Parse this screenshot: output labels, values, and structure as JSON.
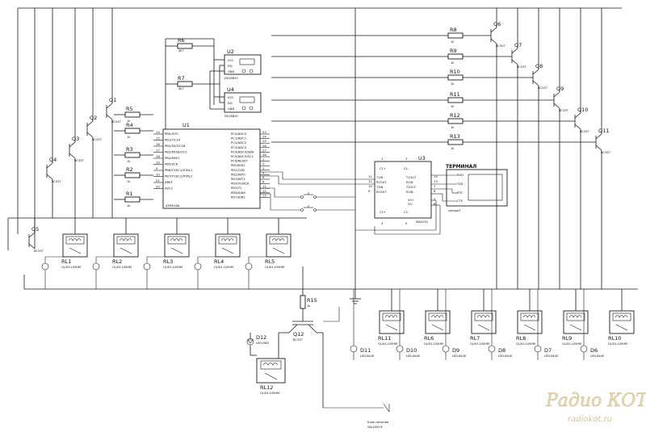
{
  "mcu": {
    "ref": "U1",
    "part": "ATMEGA8",
    "pins_left": [
      "PB0/ICP1",
      "PB1/OC1A",
      "PB2/SS/OC1B",
      "PB3/MOSI/OC2",
      "PB4/MISO",
      "PB5/SCK",
      "PB6/TOSC1/XTAL1",
      "PB7/TOSC2/XTAL2",
      "AREF",
      "AVCC"
    ],
    "pin_nums_left": [
      "14",
      "15",
      "16",
      "17",
      "18",
      "19",
      "9",
      "10",
      "21",
      "20"
    ],
    "pins_right": [
      "PC0/ADC0",
      "PC1/ADC1",
      "PC2/ADC2",
      "PC3/ADC3",
      "PC4/ADC4/SDA",
      "PC5/ADC5/SCL",
      "PC6/RESET",
      "PD0/RXD",
      "PD1/TXD",
      "PD2/INT0",
      "PD3/INT1",
      "PD4/T0/XCK",
      "PD5/T1",
      "PD6/AIN0",
      "PD7/AIN1"
    ],
    "pin_nums_right": [
      "23",
      "24",
      "25",
      "26",
      "27",
      "28",
      "1",
      "2",
      "3",
      "4",
      "5",
      "6",
      "11",
      "12",
      "13"
    ]
  },
  "sensors": [
    {
      "ref": "U2",
      "pins": [
        "VCC",
        "DQ",
        "GND"
      ],
      "part": "DS18B20"
    },
    {
      "ref": "U4",
      "pins": [
        "VCC",
        "DQ",
        "GND"
      ],
      "part": "DS18B20"
    }
  ],
  "max232": {
    "ref": "U3",
    "part": "MAX232",
    "pins_top": [
      "C1+",
      "C1-"
    ],
    "pins_bottom": [
      "C2+",
      "C2-"
    ],
    "pins_left": [
      "T1IN",
      "R1OUT",
      "T2IN",
      "R2OUT"
    ],
    "pins_right": [
      "T1OUT",
      "R1IN",
      "T2OUT",
      "R2IN",
      "VS+",
      "VS-"
    ],
    "pin_nums": [
      "1",
      "3",
      "11",
      "12",
      "10",
      "9",
      "14",
      "13",
      "7",
      "8",
      "2",
      "6",
      "4",
      "5"
    ]
  },
  "terminal": {
    "title": "ТЕРМИНАЛ",
    "pins": [
      "RXD",
      "TXD",
      "RTS",
      "CTS"
    ],
    "caption": "comport"
  },
  "resistors_top": [
    {
      "ref": "R6",
      "value": "4k7"
    },
    {
      "ref": "R7",
      "value": "4k7"
    }
  ],
  "resistors_base_left": [
    {
      "ref": "R5",
      "value": "1k"
    },
    {
      "ref": "R4",
      "value": "1k"
    },
    {
      "ref": "R3",
      "value": "1k"
    },
    {
      "ref": "R2",
      "value": "1k"
    },
    {
      "ref": "R1",
      "value": "1k"
    }
  ],
  "resistors_base_right": [
    {
      "ref": "R8",
      "value": "1k"
    },
    {
      "ref": "R9",
      "value": "1k"
    },
    {
      "ref": "R10",
      "value": "1k"
    },
    {
      "ref": "R11",
      "value": "1k"
    },
    {
      "ref": "R12",
      "value": "1k"
    },
    {
      "ref": "R13",
      "value": "1k"
    }
  ],
  "r15": {
    "ref": "R15",
    "value": "1k"
  },
  "transistors_left": [
    {
      "ref": "Q1",
      "part": "BC337"
    },
    {
      "ref": "Q2",
      "part": "BC337"
    },
    {
      "ref": "Q3",
      "part": "BC337"
    },
    {
      "ref": "Q4",
      "part": "BC337"
    },
    {
      "ref": "Q5",
      "part": "BC337"
    }
  ],
  "transistors_right": [
    {
      "ref": "Q6",
      "part": "BC337"
    },
    {
      "ref": "Q7",
      "part": "BC337"
    },
    {
      "ref": "Q8",
      "part": "BC337"
    },
    {
      "ref": "Q9",
      "part": "BC337"
    },
    {
      "ref": "Q10",
      "part": "BC337"
    },
    {
      "ref": "Q11",
      "part": "BC337"
    }
  ],
  "q12": {
    "ref": "Q12",
    "part": "BC337"
  },
  "relays_left": [
    {
      "ref": "RL1",
      "part": "OJ-SH-105HM"
    },
    {
      "ref": "RL2",
      "part": "OJ-SH-105HM"
    },
    {
      "ref": "RL3",
      "part": "OJ-SH-105HM"
    },
    {
      "ref": "RL4",
      "part": "OJ-SH-105HM"
    },
    {
      "ref": "RL5",
      "part": "OJ-SH-105HM"
    }
  ],
  "relays_right": [
    {
      "ref": "RL11",
      "part": "OJ-SH-105HM",
      "led": "D11",
      "led_part": "LED-BLUE"
    },
    {
      "ref": "RL6",
      "part": "OJ-SH-105HM",
      "led": "D10",
      "led_part": "LED-BLUE"
    },
    {
      "ref": "RL7",
      "part": "OJ-SH-105HM",
      "led": "D9",
      "led_part": "LED-BLUE"
    },
    {
      "ref": "RL8",
      "part": "OJ-SH-105HM",
      "led": "D8",
      "led_part": "LED-BLUE"
    },
    {
      "ref": "RL9",
      "part": "OJ-SH-105HM",
      "led": "D7",
      "led_part": "LED-BLUE"
    },
    {
      "ref": "RL10",
      "part": "OJ-SH-105HM",
      "led": "D6",
      "led_part": "LED-BLUE"
    }
  ],
  "rl12": {
    "ref": "RL12",
    "part": "OJ-SH-105HM"
  },
  "d12": {
    "ref": "D12",
    "part": "LED-RED"
  },
  "footer": [
    "Блок питания",
    "VALLEN+E"
  ],
  "watermark": {
    "title": "Радио КОТ",
    "url": "radiokot.ru"
  }
}
